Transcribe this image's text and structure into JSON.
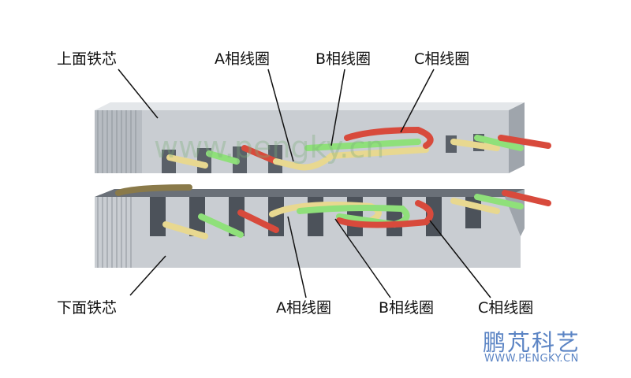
{
  "labels": {
    "upper_core": "上面铁芯",
    "lower_core": "下面铁芯",
    "top_coil_a": "A相线圈",
    "top_coil_b": "B相线圈",
    "top_coil_c": "C相线圈",
    "bottom_coil_a": "A相线圈",
    "bottom_coil_b": "B相线圈",
    "bottom_coil_c": "C相线圈"
  },
  "watermark": "www.pengky.cn",
  "logo": {
    "name": "鹏芃科艺",
    "url": "WWW.PENGKY.CN"
  },
  "colors": {
    "coil_a": "#e8d890",
    "coil_b": "#8fe07a",
    "coil_c": "#d84a3c",
    "core": "#c8ccd2",
    "logo": "#5b84c4"
  }
}
